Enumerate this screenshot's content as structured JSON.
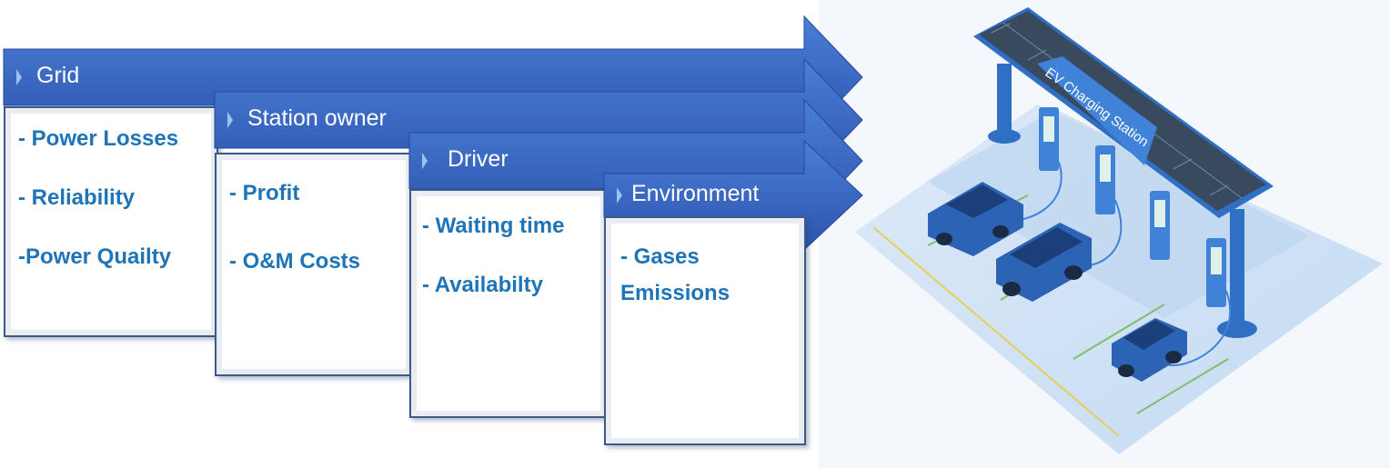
{
  "stakeholders": [
    {
      "title": "Grid",
      "items": [
        "- Power Losses",
        "- Reliability",
        "-Power Quailty"
      ]
    },
    {
      "title": "Station owner",
      "items": [
        "- Profit",
        "- O&M Costs"
      ]
    },
    {
      "title": "Driver",
      "items": [
        "- Waiting time",
        "- Availabilty"
      ]
    },
    {
      "title": "Environment",
      "items": [
        "-  Gases",
        "Emissions"
      ]
    }
  ],
  "illustration": {
    "sign_text": "EV Charging Station"
  },
  "colors": {
    "arrow_top": "#4a7fd6",
    "arrow_bottom": "#2c53ae",
    "item_text": "#1f73b7"
  }
}
